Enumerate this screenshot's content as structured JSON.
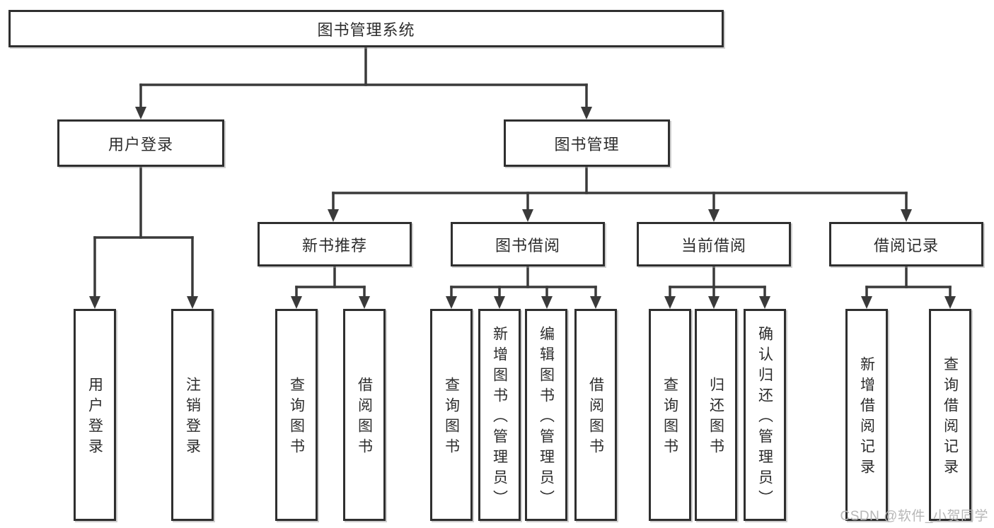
{
  "title": "图书管理系统",
  "watermark": "CSDN @软件_小贺同学",
  "colors": {
    "background": "#ffffff",
    "line": "#3a3a3a",
    "box_border": "#2f2f2f",
    "text": "#2d2d2d",
    "watermark": "#b7b7b7"
  },
  "nodes": [
    {
      "id": "root",
      "label": "图书管理系统",
      "parent": null
    },
    {
      "id": "user-login",
      "label": "用户登录",
      "parent": "root"
    },
    {
      "id": "book-management",
      "label": "图书管理",
      "parent": "root"
    },
    {
      "id": "new-book-recommend",
      "label": "新书推荐",
      "parent": "book-management"
    },
    {
      "id": "book-borrowing",
      "label": "图书借阅",
      "parent": "book-management"
    },
    {
      "id": "current-borrowing",
      "label": "当前借阅",
      "parent": "book-management"
    },
    {
      "id": "borrowing-records",
      "label": "借阅记录",
      "parent": "book-management"
    },
    {
      "id": "login",
      "label": "用户登录",
      "parent": "user-login"
    },
    {
      "id": "logout",
      "label": "注销登录",
      "parent": "user-login"
    },
    {
      "id": "query-book-recommend",
      "label": "查询图书",
      "parent": "new-book-recommend"
    },
    {
      "id": "borrow-book-recommend",
      "label": "借阅图书",
      "parent": "new-book-recommend"
    },
    {
      "id": "query-book-borrowing",
      "label": "查询图书",
      "parent": "book-borrowing"
    },
    {
      "id": "add-book-admin",
      "label": "新增图书（管理员）",
      "parent": "book-borrowing"
    },
    {
      "id": "edit-book-admin",
      "label": "编辑图书（管理员）",
      "parent": "book-borrowing"
    },
    {
      "id": "borrow-book-borrowing",
      "label": "借阅图书",
      "parent": "book-borrowing"
    },
    {
      "id": "query-book-current",
      "label": "查询图书",
      "parent": "current-borrowing"
    },
    {
      "id": "return-book",
      "label": "归还图书",
      "parent": "current-borrowing"
    },
    {
      "id": "confirm-return-admin",
      "label": "确认归还（管理员）",
      "parent": "current-borrowing"
    },
    {
      "id": "add-borrow-record",
      "label": "新增借阅记录",
      "parent": "borrowing-records"
    },
    {
      "id": "query-borrow-record",
      "label": "查询借阅记录",
      "parent": "borrowing-records"
    }
  ]
}
